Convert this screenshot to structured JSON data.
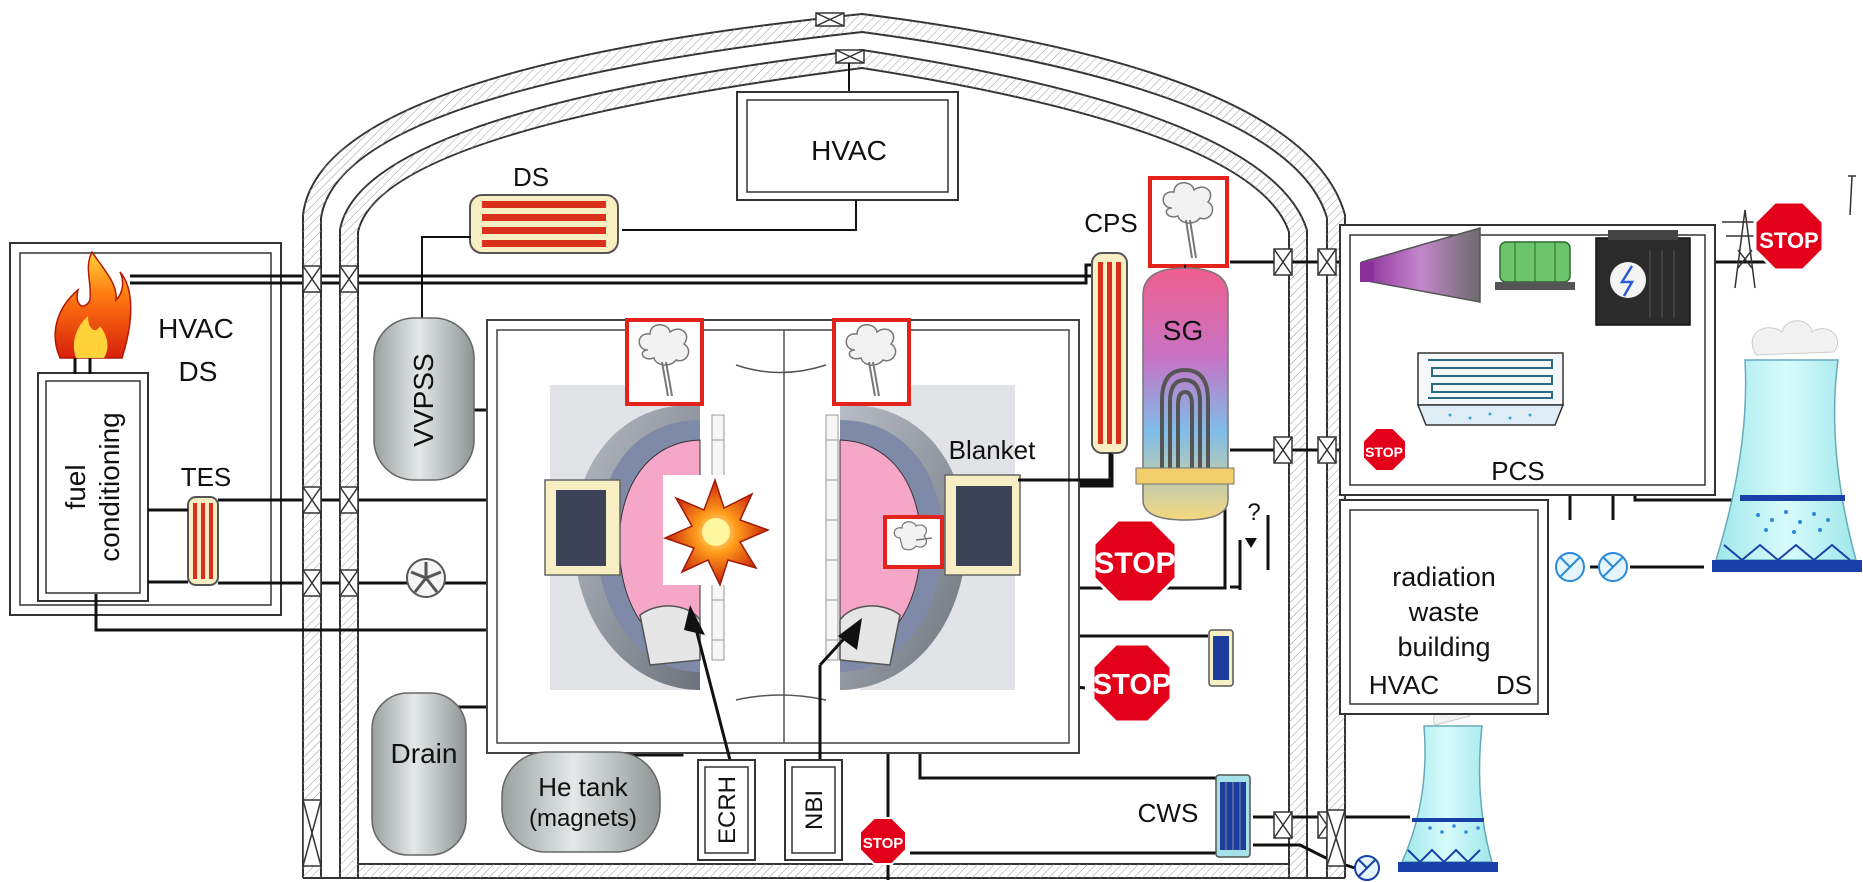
{
  "labels": {
    "hvac_top": "HVAC",
    "ds_top": "DS",
    "cps": "CPS",
    "sg": "SG",
    "vvpss": "VVPSS",
    "hvac_left": "HVAC",
    "ds_left": "DS",
    "fuel_conditioning_line1": "fuel",
    "fuel_conditioning_line2": "conditioning",
    "tes": "TES",
    "blanket": "Blanket",
    "question_mark": "?",
    "pcs": "PCS",
    "radwaste_line1": "radiation",
    "radwaste_line2": "waste",
    "radwaste_line3": "building",
    "radwaste_hvac": "HVAC",
    "radwaste_ds": "DS",
    "drain": "Drain",
    "he_tank_line1": "He tank",
    "he_tank_line2": "(magnets)",
    "ecrh": "ECRH",
    "nbi": "NBI",
    "cws": "CWS"
  },
  "stop_signs": {
    "grid": "STOP",
    "pcs": "STOP",
    "blanket_upper": "STOP",
    "blanket_lower": "STOP",
    "cws": "STOP"
  },
  "icons": [
    "fire-icon",
    "explosion-icon",
    "steam-release-icon",
    "stop-sign-icon",
    "cooling-tower-icon",
    "turbine-icon",
    "generator-icon",
    "transformer-icon",
    "pylon-icon",
    "pump-icon",
    "fan-icon",
    "valve-icon"
  ],
  "colors": {
    "stop_red": "#e3001b",
    "frame_red": "#e3231b",
    "heat_exchanger_red": "#d9301c",
    "sg_pink": "#e8649a",
    "sg_blue": "#7cb8e8",
    "sg_yellow": "#f4d77a",
    "tower_cyan": "#b9f0f2",
    "tower_blue": "#1840a8",
    "plasma_pink": "#f6a7c8",
    "turbine_purple": "#a046a8",
    "generator_green": "#6cc46c"
  }
}
